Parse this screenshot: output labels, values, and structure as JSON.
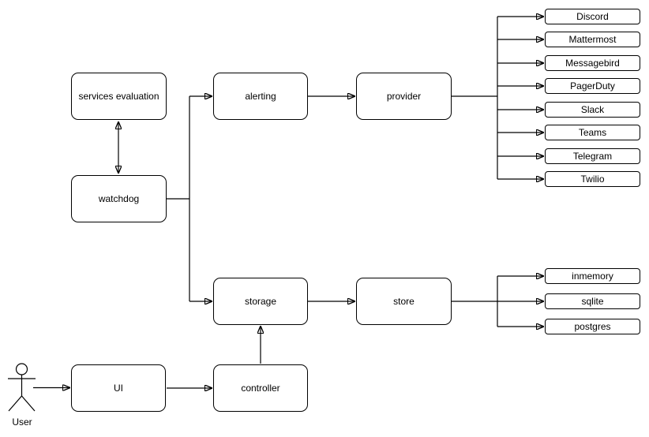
{
  "diagram": {
    "nodes": {
      "services_evaluation": "services evaluation",
      "watchdog": "watchdog",
      "alerting": "alerting",
      "provider": "provider",
      "storage": "storage",
      "store": "store",
      "ui": "UI",
      "controller": "controller"
    },
    "providers": [
      "Discord",
      "Mattermost",
      "Messagebird",
      "PagerDuty",
      "Slack",
      "Teams",
      "Telegram",
      "Twilio"
    ],
    "stores": [
      "inmemory",
      "sqlite",
      "postgres"
    ],
    "actor": {
      "label": "User"
    },
    "edges": [
      {
        "from": "services evaluation",
        "to": "watchdog",
        "style": "bidirectional-arrow"
      },
      {
        "from": "watchdog",
        "to": "alerting",
        "style": "arrow"
      },
      {
        "from": "watchdog",
        "to": "storage",
        "style": "arrow"
      },
      {
        "from": "alerting",
        "to": "provider",
        "style": "arrow"
      },
      {
        "from": "provider",
        "to": [
          "Discord",
          "Mattermost",
          "Messagebird",
          "PagerDuty",
          "Slack",
          "Teams",
          "Telegram",
          "Twilio"
        ],
        "style": "fan-out-arrows"
      },
      {
        "from": "storage",
        "to": "store",
        "style": "arrow"
      },
      {
        "from": "store",
        "to": [
          "inmemory",
          "sqlite",
          "postgres"
        ],
        "style": "fan-out-arrows"
      },
      {
        "from": "User",
        "to": "UI",
        "style": "arrow"
      },
      {
        "from": "UI",
        "to": "controller",
        "style": "arrow"
      },
      {
        "from": "controller",
        "to": "storage",
        "style": "arrow"
      }
    ],
    "colors": {
      "background": "#ffffff",
      "stroke": "#000000",
      "text": "#000000",
      "node_fill": "#ffffff"
    }
  }
}
